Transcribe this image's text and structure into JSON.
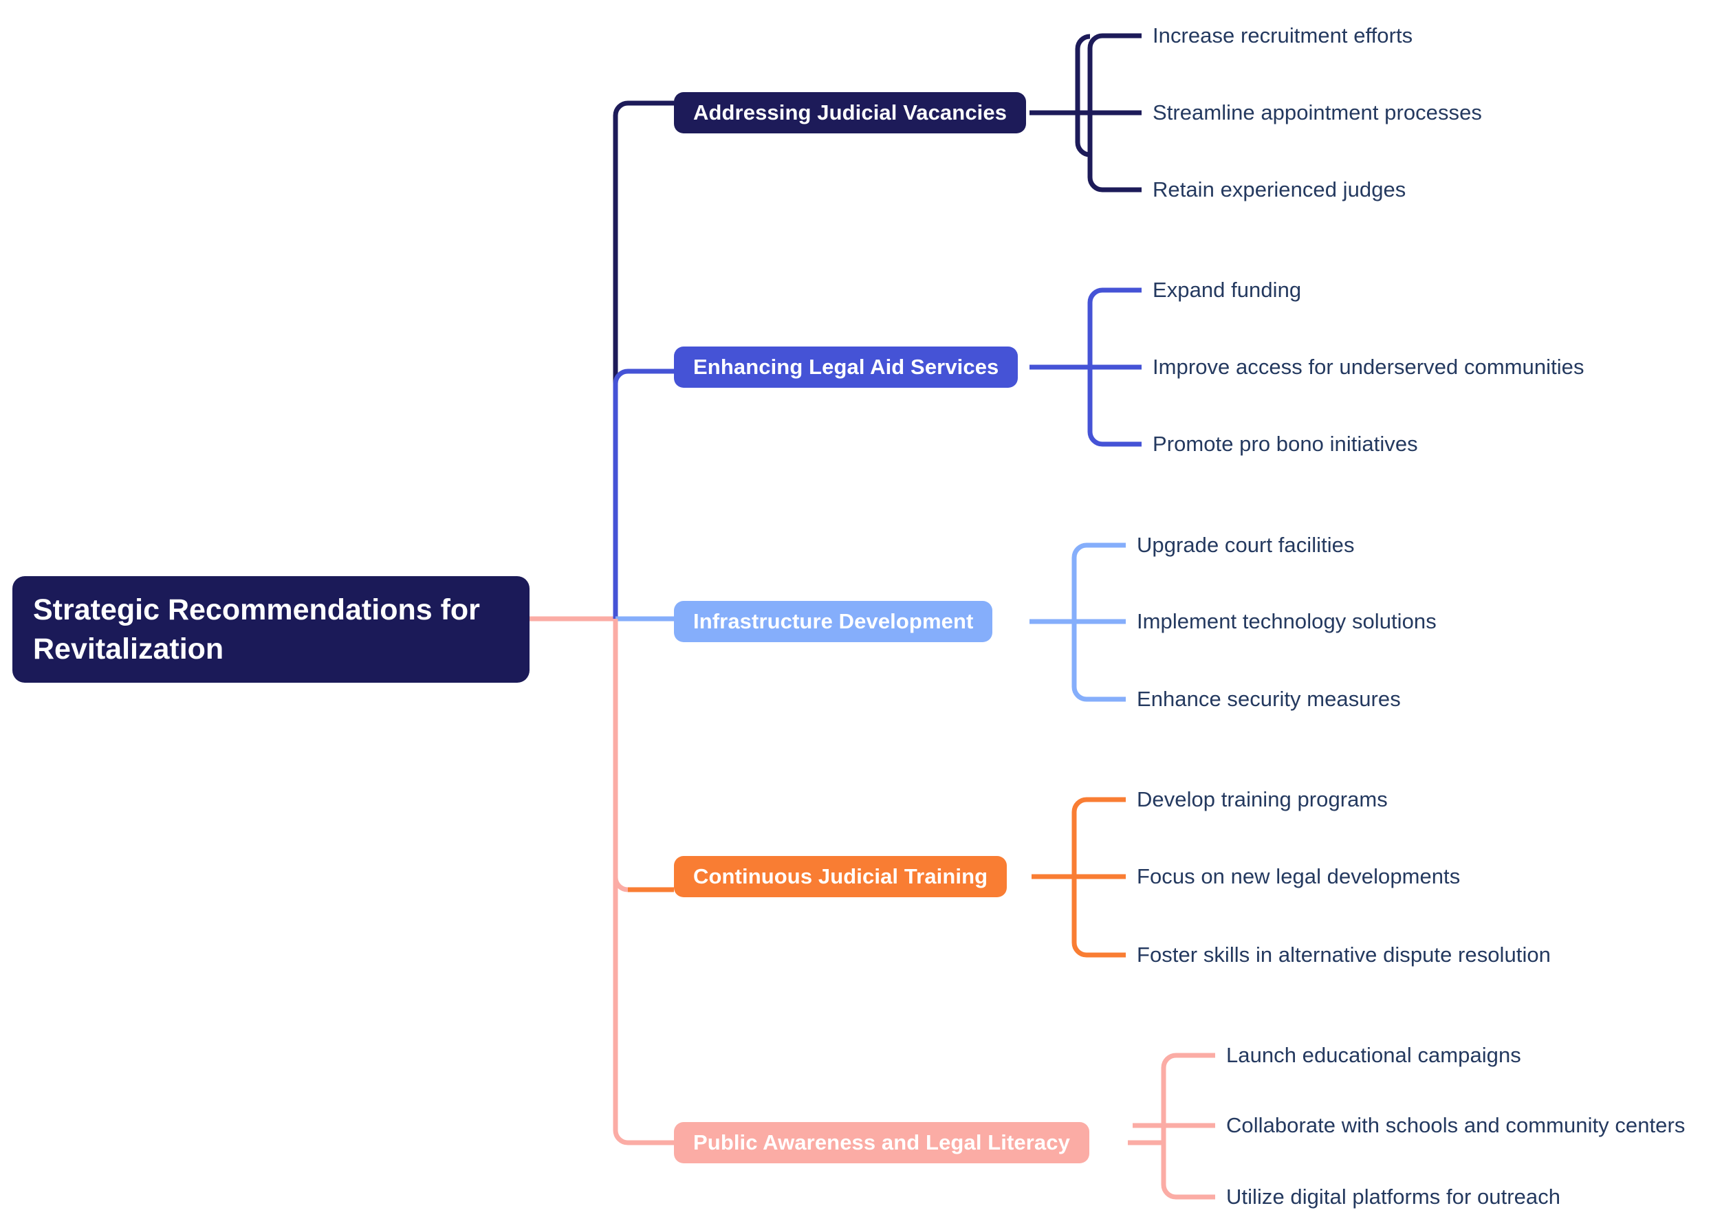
{
  "diagram": {
    "type": "mindmap",
    "orientation": "left-to-right",
    "background": "#ffffff",
    "leaf_text_color": "#24395f",
    "root": {
      "label": "Strategic Recommendations for Revitalization",
      "color": "#1b1a58",
      "text_color": "#ffffff"
    },
    "branches": [
      {
        "label": "Addressing Judicial Vacancies",
        "color": "#1d1b59",
        "text_color": "#ffffff",
        "children": [
          "Increase recruitment efforts",
          "Streamline appointment processes",
          "Retain experienced judges"
        ]
      },
      {
        "label": "Enhancing Legal Aid Services",
        "color": "#4553d6",
        "text_color": "#ffffff",
        "children": [
          "Expand funding",
          "Improve access for underserved communities",
          "Promote pro bono initiatives"
        ]
      },
      {
        "label": "Infrastructure Development",
        "color": "#85aefb",
        "text_color": "#ffffff",
        "children": [
          "Upgrade court facilities",
          "Implement technology solutions",
          "Enhance security measures"
        ]
      },
      {
        "label": "Continuous Judicial Training",
        "color": "#f97d33",
        "text_color": "#ffffff",
        "children": [
          "Develop training programs",
          "Focus on new legal developments",
          "Foster skills in alternative dispute resolution"
        ]
      },
      {
        "label": "Public Awareness and Legal Literacy",
        "color": "#fbaca5",
        "text_color": "#ffffff",
        "children": [
          "Launch educational campaigns",
          "Collaborate with schools and community centers",
          "Utilize digital platforms for outreach"
        ]
      }
    ]
  }
}
